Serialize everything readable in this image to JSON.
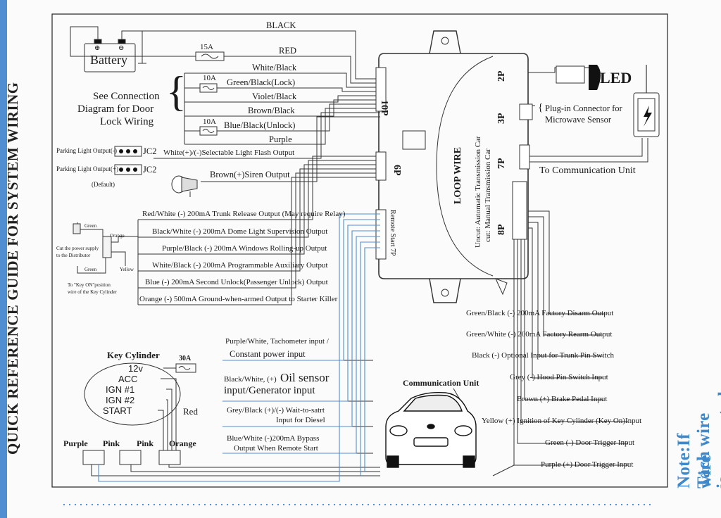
{
  "side_title": "QUICK REFERENCE GUIDE FOR SYSTEM WIRING",
  "note_line1": "Note:If Tach wire is connected, leave oil sensor input",
  "note_line2": "wire unconnected, and vice versa.",
  "battery": {
    "label": "Battery",
    "plus": "⊕",
    "minus": "⊖"
  },
  "top_wires": {
    "black": "BLACK",
    "fuse15": "15A",
    "red": "RED",
    "white_black": "White/Black",
    "fuse10a": "10A",
    "green_black": "Green/Black(Lock)",
    "violet_black": "Violet/Black",
    "brown_black": "Brown/Black",
    "fuse10b": "10A",
    "blue_black": "Blue/Black(Unlock)",
    "purple": "Purple"
  },
  "door_lock_note": [
    "See Connection",
    "Diagram for Door",
    "Lock Wiring"
  ],
  "jumpers": {
    "parking_minus": "Parking Light Output(-)",
    "parking_plus": "Parking Light Output(+)",
    "jc2a": "JC2",
    "jc2b": "JC2",
    "default": "(Default)",
    "flash_output": "White(+)/(-)Selectable Light Flash Output",
    "siren": "Brown(+)Siren Output"
  },
  "outputs": [
    "Red/White (-) 200mA Trunk Release Output (May require Relay)",
    "Black/White (-) 200mA Dome Light Supervision Output",
    "Purple/Black (-) 200mA Windows Rolling-up Output",
    "White/Black (-) 200mA Programmable Auxiliary Output",
    "Blue (-) 200mA Second Unlock(Passenger Unlock) Output",
    "Orange (-) 500mA Ground-when-armed Output to Starter Killer"
  ],
  "starter": {
    "green_top": "Green",
    "orange": "Orange",
    "cut_note": [
      "Cut the power supply",
      "to the Distributor"
    ],
    "green_bottom": "Green",
    "yellow": "Yellow",
    "key_on_note": [
      "To \"Key ON\"position",
      "wire of the Key Cylinder"
    ]
  },
  "module": {
    "p10": "10P",
    "p6": "6P",
    "remote": "Remote Start 7P",
    "p2": "2P",
    "p3": "3P",
    "p7": "7P",
    "p8": "8P",
    "loop": "LOOP WIRE",
    "uncut": "Uncut: Automatic Transmission Car",
    "cut": "cut: Manual Transmission Car"
  },
  "right_top": {
    "led": "LED",
    "plugin": [
      "Plug-in Connector for",
      "Microwave Sensor"
    ],
    "comm": "To Communication Unit"
  },
  "inputs": [
    "Green/Black (-) 200mA Factory Disarm Output",
    "Green/White (-) 200mA Factory Rearm Output",
    "Black (-) Optional Input for Trunk Pin Switch",
    "Grey (-) Hood Pin Switch Input",
    "Brown (+) Brake Pedal Input",
    "Yellow (+) Ignition of Key Cylinder (Key On)Input",
    "Green (-) Door Trigger Input",
    "Purple (+) Door Trigger Input"
  ],
  "middle": {
    "tach1": "Purple/White, Tachometer input /",
    "tach2": "Constant power input",
    "oil1a": "Black/White, (+)",
    "oil1b": "Oil sensor",
    "oil2": "input/Generator input",
    "wait1": "Grey/Black (+)/(-) Wait-to-satrt",
    "wait2": "Input for Diesel",
    "bypass1": "Blue/White (-)200mA Bypass",
    "bypass2": "Output When Remote Start",
    "comm_unit": "Communication Unit"
  },
  "key_cylinder": {
    "title": "Key Cylinder",
    "fuse": "30A",
    "positions": [
      "12v",
      "ACC",
      "IGN #1",
      "IGN #2",
      "START"
    ],
    "red": "Red",
    "relays": [
      "Purple",
      "Pink",
      "Pink",
      "Orange"
    ]
  }
}
